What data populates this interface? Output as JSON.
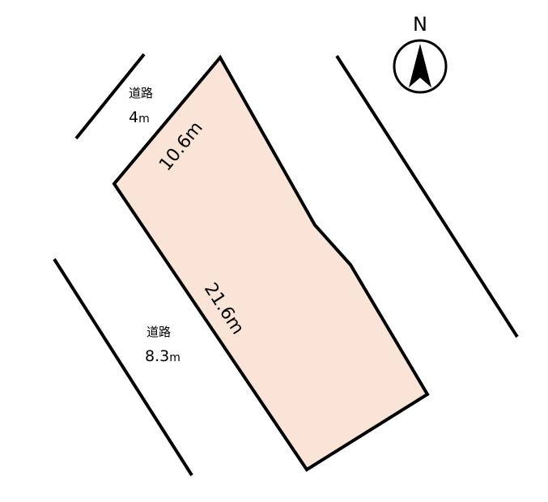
{
  "north": {
    "label": "N",
    "icon": "north-arrow-icon"
  },
  "roads": {
    "upper": {
      "name": "道路",
      "width_value": "4",
      "width_unit": "m"
    },
    "lower": {
      "name": "道路",
      "width_value": "8.3",
      "width_unit": "m"
    }
  },
  "lot": {
    "fill_color": "#fae4d8",
    "frontage": "10.6m",
    "depth": "21.6m"
  }
}
